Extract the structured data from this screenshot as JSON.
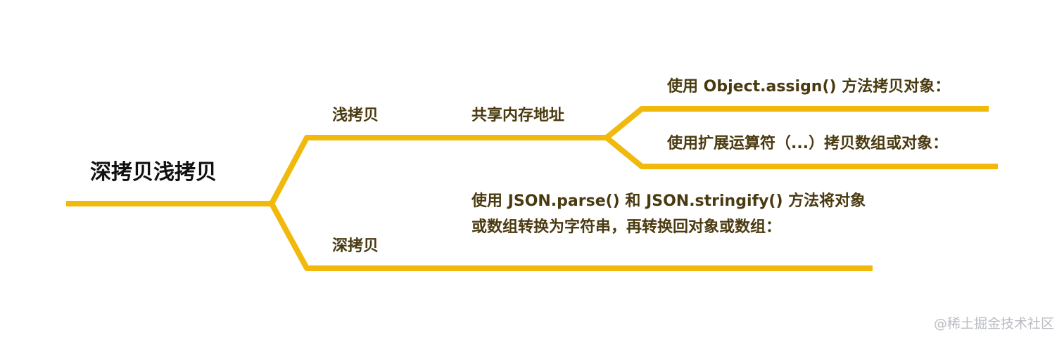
{
  "colors": {
    "branch": "#f0b90b",
    "root_text": "#111111",
    "node_text": "#4a3a10",
    "watermark": "#b9bcc2"
  },
  "root": {
    "label": "深拷贝浅拷贝"
  },
  "shallow": {
    "label": "浅拷贝",
    "child": {
      "label": "共享内存地址",
      "items": [
        "使用 Object.assign() 方法拷贝对象：",
        "使用扩展运算符（...）拷贝数组或对象："
      ]
    }
  },
  "deep": {
    "label": "深拷贝",
    "description": "使用 JSON.parse() 和 JSON.stringify() 方法将对象或数组转换为字符串，再转换回对象或数组："
  },
  "watermark": "@稀土掘金技术社区"
}
